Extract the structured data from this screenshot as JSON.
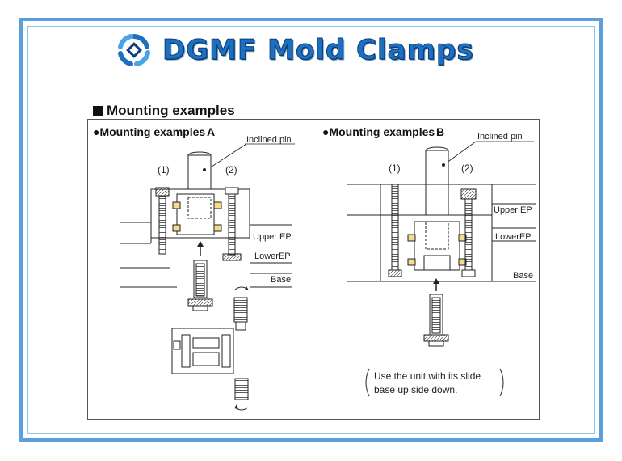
{
  "brand": {
    "title": "DGMF Mold Clamps",
    "logo_icon": "dgmf-ring-logo-icon",
    "title_color": "#1d6fc0",
    "frame_color": "#5aa0dc"
  },
  "section": {
    "title": "Mounting examples"
  },
  "example_a": {
    "heading": "Mounting examples",
    "letter": "A",
    "inclined_pin": "Inclined pin",
    "marker_1": "(1)",
    "marker_2": "(2)",
    "upper_ep": "Upper EP",
    "lower_ep": "LowerEP",
    "base": "Base"
  },
  "example_b": {
    "heading": "Mounting examples",
    "letter": "B",
    "inclined_pin": "Inclined pin",
    "marker_1": "(1)",
    "marker_2": "(2)",
    "upper_ep": "Upper EP",
    "lower_ep": "LowerEP",
    "base": "Base",
    "note_line1": "Use the unit with its slide",
    "note_line2": "base up side down."
  },
  "colors": {
    "insert_yellow": "#f3dc8a",
    "line": "#222222"
  }
}
